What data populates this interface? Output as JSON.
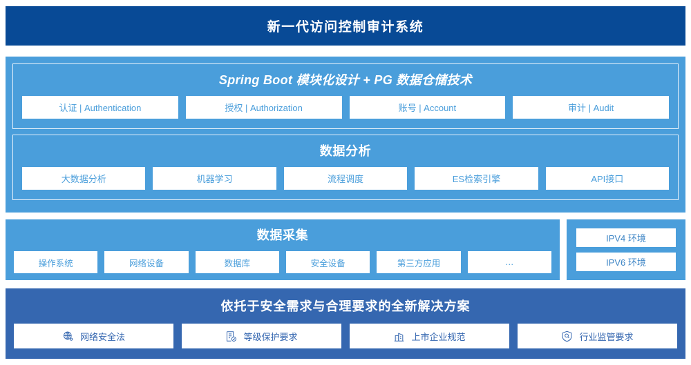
{
  "header": {
    "title": "新一代访问控制审计系统"
  },
  "application_layer": {
    "title": "Spring Boot 模块化设计 + PG 数据仓储技术",
    "items": [
      {
        "label": "认证 | Authentication"
      },
      {
        "label": "授权 | Authorization"
      },
      {
        "label": "账号 | Account"
      },
      {
        "label": "审计 | Audit"
      }
    ]
  },
  "analysis_layer": {
    "title": "数据分析",
    "items": [
      {
        "label": "大数据分析"
      },
      {
        "label": "机器学习"
      },
      {
        "label": "流程调度"
      },
      {
        "label": "ES检索引擎"
      },
      {
        "label": "API接口"
      }
    ]
  },
  "collection_layer": {
    "title": "数据采集",
    "items": [
      {
        "label": "操作系统"
      },
      {
        "label": "网络设备"
      },
      {
        "label": "数据库"
      },
      {
        "label": "安全设备"
      },
      {
        "label": "第三方应用"
      },
      {
        "label": "…"
      }
    ]
  },
  "environment_layer": {
    "items": [
      {
        "label": "IPV4 环境"
      },
      {
        "label": "IPV6 环境"
      }
    ]
  },
  "compliance_layer": {
    "title": "依托于安全需求与合理要求的全新解决方案",
    "items": [
      {
        "label": "网络安全法",
        "icon": "globe-network-icon"
      },
      {
        "label": "等级保护要求",
        "icon": "document-check-icon"
      },
      {
        "label": "上市企业规范",
        "icon": "bank-building-icon"
      },
      {
        "label": "行业监管要求",
        "icon": "shield-search-icon"
      }
    ]
  },
  "colors": {
    "header_navy": "#084a96",
    "band_light_blue": "#4a9edb",
    "band_dark_blue": "#3567b0",
    "box_white": "#ffffff",
    "text_blue": "#4a9edb"
  }
}
